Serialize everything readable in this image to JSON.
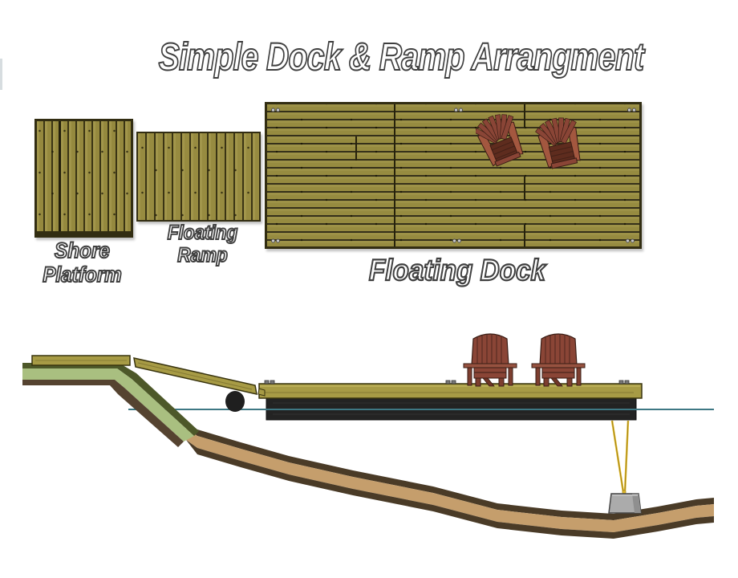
{
  "title": "Simple Dock & Ramp Arrangment",
  "plan_view": {
    "shore_platform_label": [
      "Shore",
      "Platform"
    ],
    "floating_ramp_label": [
      "Floating",
      "Ramp"
    ],
    "floating_dock_label": "Floating Dock",
    "chair_count": 2
  },
  "side_view": {
    "elements": [
      "shore-platform",
      "floating-ramp",
      "roller-float",
      "dock-deck",
      "dock-float",
      "water-line",
      "grass-bank",
      "lake-bed",
      "mooring-ropes",
      "anchor-block",
      "adirondack-chair",
      "adirondack-chair"
    ]
  },
  "palette": {
    "deck-wood": "#9d9247",
    "deck-gap": "#35301a",
    "deck-border": "#322d12",
    "chair-wood": "#8a4536",
    "chair-dark": "#3a1d15",
    "chair-arm": "#a3573f",
    "grass-light": "#a9bf80",
    "grass-dark": "#4d5829",
    "soil-brown": "#554330",
    "sand-tan": "#c59e6c",
    "bed-dark": "#4a3b27",
    "float-black": "#232323",
    "water-teal": "#3e7884",
    "rope-yellow": "#e0ba2c",
    "anchor-gray": "#ababab",
    "text-outline": "#3f3f3f"
  }
}
